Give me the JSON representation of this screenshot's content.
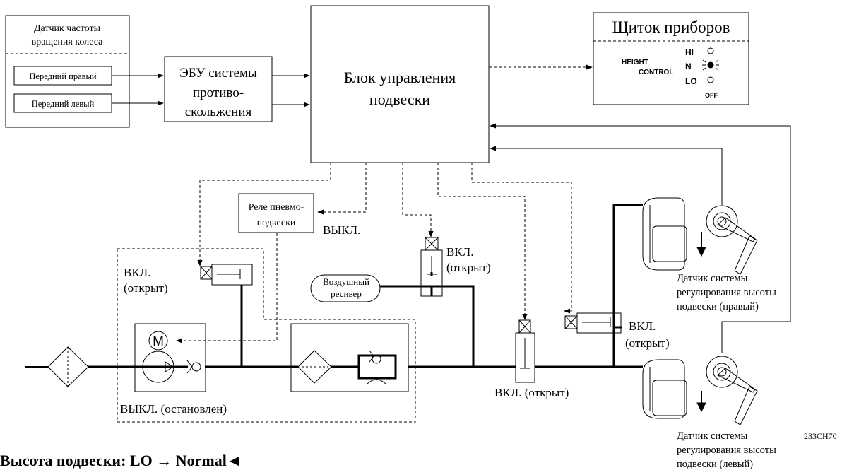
{
  "sensor_group": {
    "title_line1": "Датчик частоты",
    "title_line2": "вращения колеса",
    "front_right": "Передний правый",
    "front_left": "Передний левый"
  },
  "ecu": {
    "line1": "ЭБУ системы",
    "line2": "противо-",
    "line3": "скольжения"
  },
  "control_unit": {
    "line1": "Блок управления",
    "line2": "подвески"
  },
  "instrument_panel": {
    "title": "Щиток приборов",
    "height": "HEIGHT",
    "control": "CONTROL",
    "hi": "HI",
    "n": "N",
    "lo": "LO",
    "off": "OFF"
  },
  "relay": {
    "line1": "Реле пневмо-",
    "line2": "подвески",
    "state": "ВЫКЛ."
  },
  "air_receiver": {
    "line1": "Воздушный",
    "line2": "ресивер"
  },
  "states": {
    "exhaust_line1": "ВКЛ.",
    "exhaust_line2": "(открыт)",
    "receiver_valve_line1": "ВКЛ.",
    "receiver_valve_line2": "(открыт)",
    "right_valve_line1": "ВКЛ.",
    "right_valve_line2": "(открыт)",
    "left_valve": "ВКЛ. (открыт)",
    "compressor": "ВЫКЛ. (остановлен)",
    "motor": "M"
  },
  "height_sensor_right": {
    "line1": "Датчик системы",
    "line2": "регулирования высоты",
    "line3": "подвески (правый)"
  },
  "height_sensor_left": {
    "line1": "Датчик системы",
    "line2": "регулирования высоты",
    "line3": "подвески (левый)"
  },
  "code": "233CH70",
  "caption": "Высота подвески: LO → Normal◄"
}
